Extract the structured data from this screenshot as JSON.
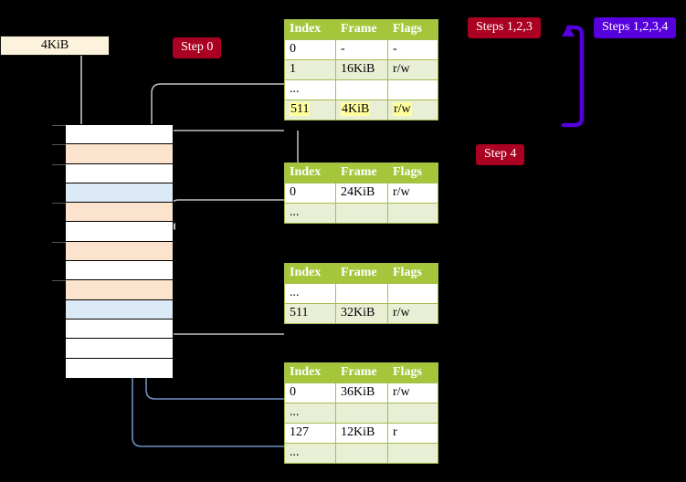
{
  "diagram": {
    "title_labels": {
      "page_size": "4KiB",
      "step0": "Step 0",
      "step4": "Step 4",
      "steps123": "Steps 1,2,3",
      "steps1234": "Steps 1,2,3,4"
    },
    "colors": {
      "badge_red": "#aa0022",
      "badge_blue": "#5500dd",
      "table_header": "#a5c63b",
      "table_alt_row": "#e9efd5",
      "table_border": "#a5bd4e",
      "highlight_yellow": "#ffffa0",
      "memory_peach": "#fce3cd",
      "memory_blue": "#dce9f7",
      "page_box_fill": "#fdf3dc",
      "grey_wire": "#b8b8b8",
      "blue_wire": "#6f8fbf",
      "background": "#000000"
    },
    "memory_column": {
      "name": "physical-memory",
      "rows": [
        {
          "fill": "white"
        },
        {
          "fill": "peach"
        },
        {
          "fill": "white"
        },
        {
          "fill": "blue"
        },
        {
          "fill": "peach"
        },
        {
          "fill": "white"
        },
        {
          "fill": "peach"
        },
        {
          "fill": "white"
        },
        {
          "fill": "peach"
        },
        {
          "fill": "blue"
        },
        {
          "fill": "white"
        },
        {
          "fill": "white"
        },
        {
          "fill": "white"
        }
      ]
    },
    "tables": [
      {
        "name": "page-table-level-1",
        "columns": [
          "Index",
          "Frame",
          "Flags"
        ],
        "rows": [
          {
            "cells": [
              "0",
              "-",
              "-"
            ],
            "style": "plain",
            "highlight": false
          },
          {
            "cells": [
              "1",
              "16KiB",
              "r/w"
            ],
            "style": "alt",
            "highlight": false
          },
          {
            "cells": [
              "...",
              "",
              ""
            ],
            "style": "plain",
            "highlight": false
          },
          {
            "cells": [
              "511",
              "4KiB",
              "r/w"
            ],
            "style": "alt",
            "highlight": true
          }
        ]
      },
      {
        "name": "page-table-level-2",
        "columns": [
          "Index",
          "Frame",
          "Flags"
        ],
        "rows": [
          {
            "cells": [
              "0",
              "24KiB",
              "r/w"
            ],
            "style": "plain",
            "highlight": false
          },
          {
            "cells": [
              "...",
              "",
              ""
            ],
            "style": "alt",
            "highlight": false
          }
        ]
      },
      {
        "name": "page-table-level-3",
        "columns": [
          "Index",
          "Frame",
          "Flags"
        ],
        "rows": [
          {
            "cells": [
              "...",
              "",
              ""
            ],
            "style": "plain",
            "highlight": false
          },
          {
            "cells": [
              "511",
              "32KiB",
              "r/w"
            ],
            "style": "alt",
            "highlight": false
          }
        ]
      },
      {
        "name": "page-table-level-4",
        "columns": [
          "Index",
          "Frame",
          "Flags"
        ],
        "rows": [
          {
            "cells": [
              "0",
              "36KiB",
              "r/w"
            ],
            "style": "plain",
            "highlight": false
          },
          {
            "cells": [
              "...",
              "",
              ""
            ],
            "style": "alt",
            "highlight": false
          },
          {
            "cells": [
              "127",
              "12KiB",
              "r"
            ],
            "style": "plain",
            "highlight": false
          },
          {
            "cells": [
              "...",
              "",
              ""
            ],
            "style": "alt",
            "highlight": false
          }
        ]
      }
    ]
  }
}
